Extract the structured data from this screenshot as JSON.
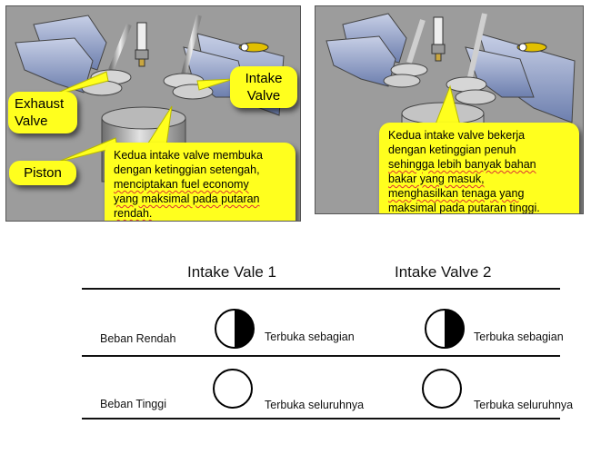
{
  "left_panel": {
    "labels": {
      "exhaust_valve": "Exhaust Valve",
      "intake_valve": "Intake Valve",
      "piston": "Piston"
    },
    "note": {
      "line1": "Kedua intake valve membuka",
      "line2": "dengan ketinggian setengah,",
      "line3": "menciptakan fuel economy",
      "line4": "yang maksimal pada putaran",
      "line5": "rendah."
    }
  },
  "right_panel": {
    "note": {
      "line1": "Kedua intake valve bekerja",
      "line2": "dengan ketinggian penuh",
      "line3": "sehingga lebih banyak bahan",
      "line4": "bakar yang masuk,",
      "line5": "menghasilkan tenaga yang",
      "line6": "maksimal pada putaran tinggi."
    }
  },
  "table": {
    "headers": [
      "Intake Vale 1",
      "Intake Valve 2"
    ],
    "rows": [
      {
        "label": "Beban Rendah",
        "state": "half",
        "status1": "Terbuka sebagian",
        "status2": "Terbuka sebagian"
      },
      {
        "label": "Beban Tinggi",
        "state": "full",
        "status1": "Terbuka seluruhnya",
        "status2": "Terbuka seluruhnya"
      }
    ]
  },
  "colors": {
    "callout": "#ffff1e",
    "panel_bg": "#9c9c9c",
    "port": "#8e9cc4",
    "valve": "#d6d6d6"
  }
}
